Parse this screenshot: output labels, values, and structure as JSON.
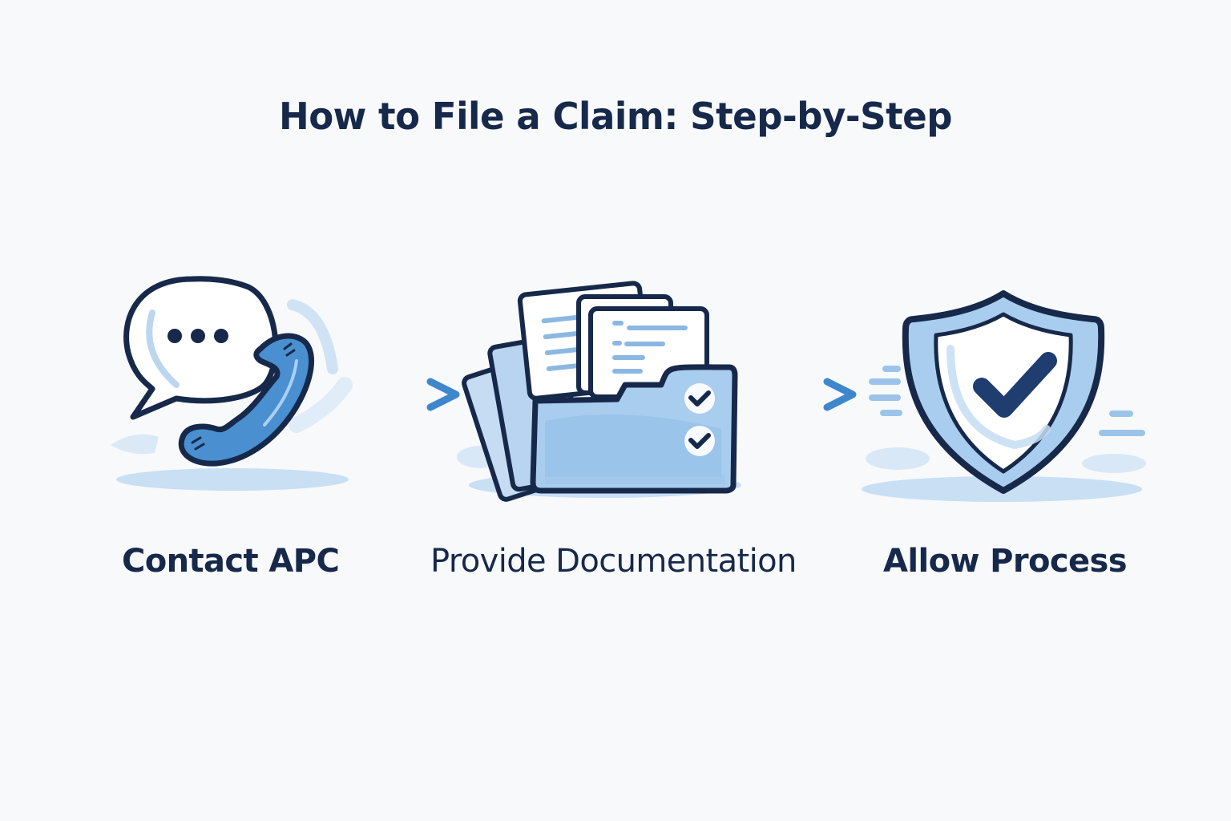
{
  "title": "How to File a Claim: Step-by-Step",
  "steps": [
    {
      "label": "Contact APC",
      "icon": "phone-chat-icon"
    },
    {
      "label": "Provide Documentation",
      "icon": "folder-documents-icon"
    },
    {
      "label": "Allow Process",
      "icon": "shield-check-icon"
    }
  ],
  "colors": {
    "ink": "#17294a",
    "accent": "#4a8fd0",
    "light_accent": "#a9cdee",
    "background": "#f8f9fb"
  }
}
